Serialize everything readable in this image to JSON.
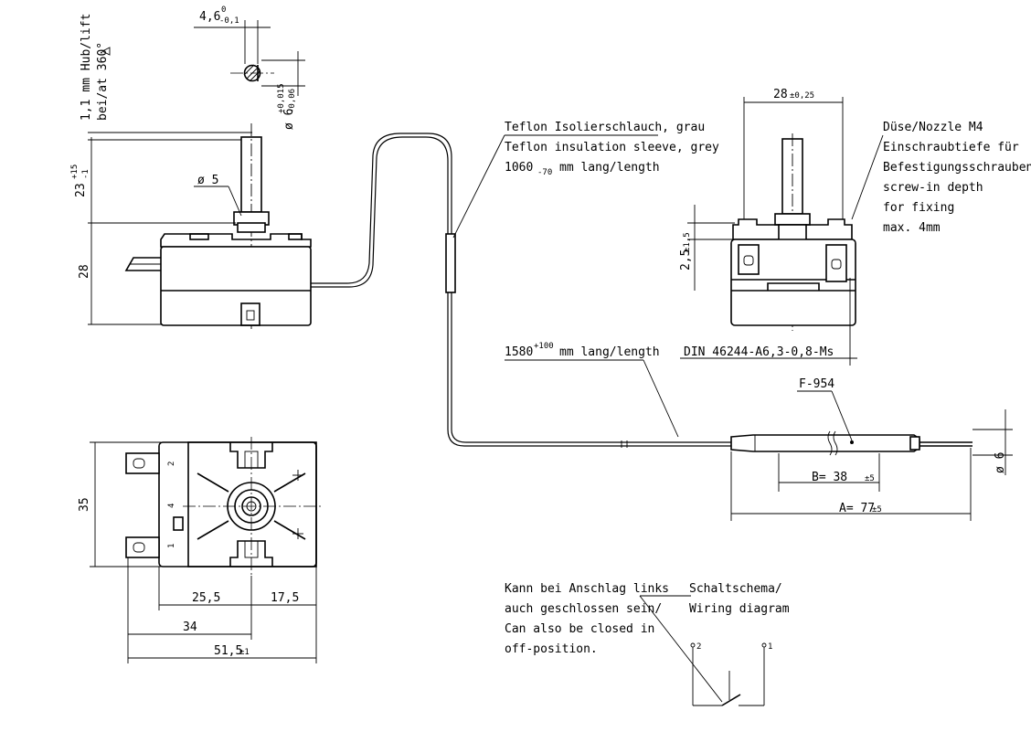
{
  "dims": {
    "pin_width": "4,6",
    "pin_width_tol_upper": "0",
    "pin_width_tol_lower": "-0,1",
    "pin_diameter": "ø 6",
    "pin_diameter_tol_upper": "+0,015",
    "pin_diameter_tol_lower": "-0,06",
    "lift_line1": "1,1 mm Hub/lift",
    "lift_line2": "bei/at 360°",
    "shaft_length": "23",
    "shaft_length_tol_upper": "+15",
    "shaft_length_tol_lower": "-1",
    "hole_diameter": "ø 5",
    "body_height": "28",
    "front_width": "28",
    "front_width_tol": "±0,25",
    "terminal_offset": "2,5",
    "terminal_offset_tol": "±1,5",
    "body_depth": "35",
    "dist_a": "25,5",
    "dist_b": "17,5",
    "dist_c": "34",
    "total_length": "51,5",
    "total_length_tol": "±1",
    "bulb_diameter": "ø 6",
    "bulb_b": "B= 38",
    "bulb_b_tol": "±5",
    "bulb_a": "A= 77",
    "bulb_a_tol": "±5"
  },
  "notes": {
    "sleeve_line1": "Teflon Isolierschlauch, grau",
    "sleeve_line2": "Teflon insulation sleeve, grey",
    "sleeve_line3_value": "1060",
    "sleeve_line3_tol": "-70",
    "sleeve_line3_unit": "mm lang/length",
    "nozzle_line1": "Düse/Nozzle M4",
    "nozzle_line2": "Einschraubtiefe für",
    "nozzle_line3": "Befestigungsschrauben/",
    "nozzle_line4": "screw-in depth",
    "nozzle_line5": "for fixing",
    "nozzle_line6": "max. 4mm",
    "capillary_value": "1580",
    "capillary_tol": "+100",
    "capillary_unit": "mm lang/length",
    "terminal_std": "DIN 46244-A6,3-0,8-Ms",
    "model": "F-954",
    "closed_line1": "Kann bei Anschlag links",
    "closed_line2": "auch geschlossen sein/",
    "closed_line3": "Can also be closed in",
    "closed_line4": "off-position.",
    "wiring_line1": "Schaltschema/",
    "wiring_line2": "Wiring diagram"
  },
  "terminals": {
    "t1": "1",
    "t2": "2",
    "t3": "4"
  }
}
